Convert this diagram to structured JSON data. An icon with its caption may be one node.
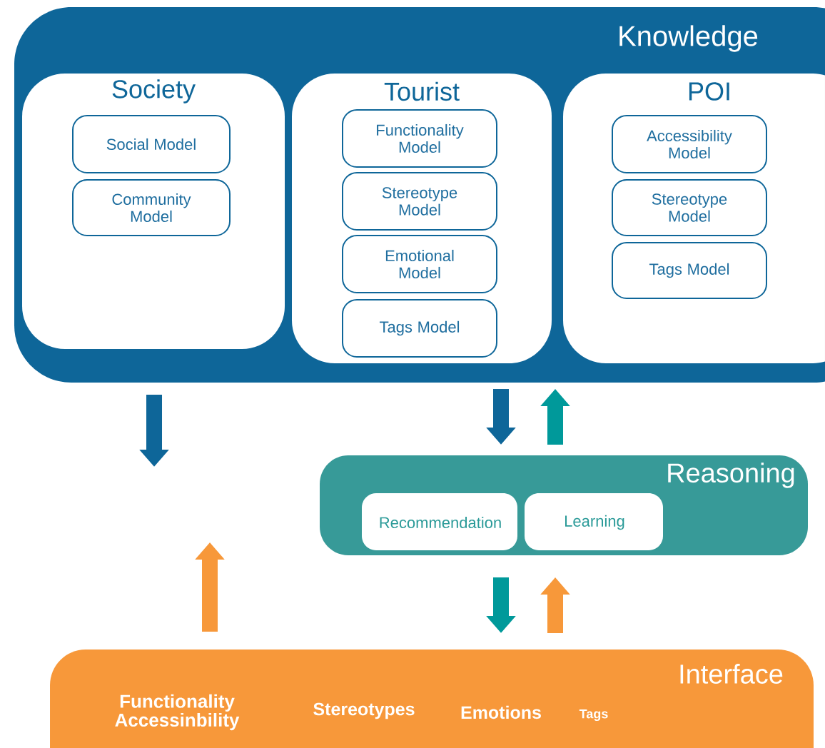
{
  "diagram": {
    "nodes": [
      {
        "text": [
          "Knowledge"
        ]
      },
      {
        "text": [
          "Society"
        ],
        "in": 0
      },
      {
        "text": [
          "Social Model"
        ],
        "in": 1
      },
      {
        "text": [
          "Community Model"
        ],
        "in": 1
      },
      {
        "text": [
          "Tourist"
        ],
        "in": 0
      },
      {
        "text": [
          "Functionality Model"
        ],
        "in": 4
      },
      {
        "text": [
          "Stereotype Model"
        ],
        "in": 4
      },
      {
        "text": [
          "Emotional Model"
        ],
        "in": 4
      },
      {
        "text": [
          "Tags Model"
        ],
        "in": 4
      },
      {
        "text": [
          "POI"
        ],
        "in": 0
      },
      {
        "text": [
          "Accessibility Model"
        ],
        "in": 9
      },
      {
        "text": [
          "Stereotype Model"
        ],
        "in": 9
      },
      {
        "text": [
          "Tags Model"
        ],
        "in": 9
      },
      {
        "text": [
          "Reasoning"
        ]
      },
      {
        "text": [
          "Recommendation"
        ],
        "in": 13
      },
      {
        "text": [
          "Learning"
        ],
        "in": 13
      },
      {
        "text": [
          "Interface",
          "Functionality Accessinbility",
          "Stereotypes",
          "Emotions",
          "Tags"
        ]
      }
    ],
    "edges": [
      {
        "from": 0,
        "to": null,
        "arrow": "to",
        "color": "#0e6699"
      },
      {
        "from": 16,
        "to": null,
        "arrow": "to",
        "color": "#f7983a"
      },
      {
        "from": 0,
        "to": 13,
        "arrow": "to",
        "color": "#0e6699"
      },
      {
        "from": 13,
        "to": 0,
        "arrow": "to",
        "color": "#00999a"
      },
      {
        "from": 13,
        "to": 16,
        "arrow": "to",
        "color": "#00999a"
      },
      {
        "from": 16,
        "to": 13,
        "arrow": "to",
        "color": "#f7983a"
      }
    ]
  }
}
